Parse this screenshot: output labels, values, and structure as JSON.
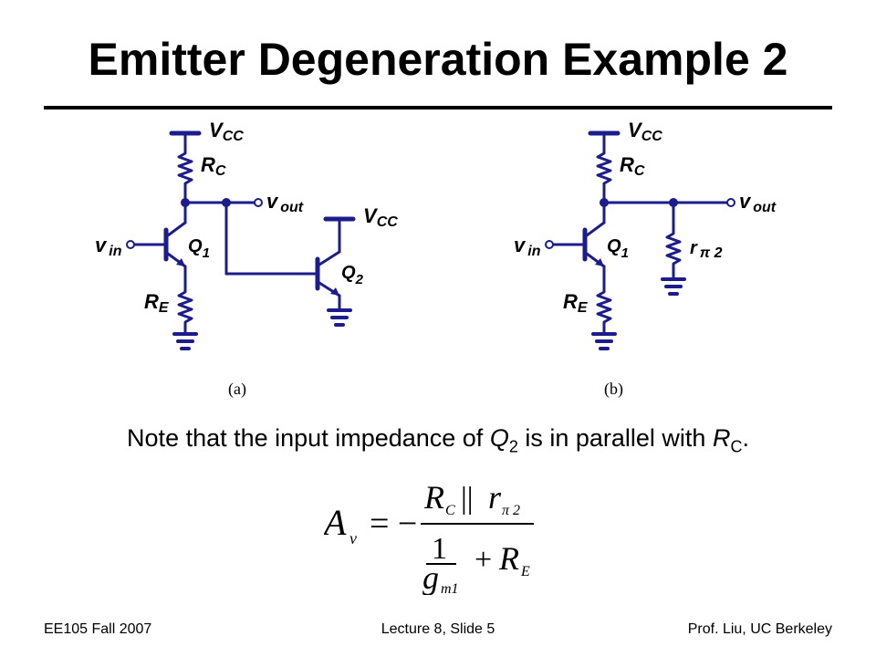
{
  "slide": {
    "title": "Emitter Degeneration Example 2",
    "note": {
      "text_before": "Note that the input impedance of ",
      "q": "Q",
      "q_sub": "2",
      "text_middle": " is in parallel with ",
      "r": "R",
      "r_sub": "C",
      "text_end": "."
    },
    "formula": {
      "lhs": "A",
      "lhs_sub": "v",
      "equals": "= −",
      "numerator_r": "R",
      "numerator_r_sub": "C",
      "parallel": "||",
      "numerator_rpi": "r",
      "numerator_rpi_sub": "π 2",
      "denominator_one": "1",
      "denominator_g": "g",
      "denominator_g_sub": "m1",
      "plus": "+",
      "denominator_r": "R",
      "denominator_r_sub": "E"
    },
    "footer": {
      "left": "EE105 Fall 2007",
      "center": "Lecture 8, Slide 5",
      "right": "Prof. Liu, UC Berkeley"
    }
  },
  "circuit_a": {
    "caption": "(a)",
    "vcc1": "V",
    "vcc1_sub": "CC",
    "rc": "R",
    "rc_sub": "C",
    "vout": "v",
    "vout_sub": "out",
    "vin": "v",
    "vin_sub": "in",
    "q1": "Q",
    "q1_sub": "1",
    "re": "R",
    "re_sub": "E",
    "vcc2": "V",
    "vcc2_sub": "CC",
    "q2": "Q",
    "q2_sub": "2"
  },
  "circuit_b": {
    "caption": "(b)",
    "vcc": "V",
    "vcc_sub": "CC",
    "rc": "R",
    "rc_sub": "C",
    "vout": "v",
    "vout_sub": "out",
    "vin": "v",
    "vin_sub": "in",
    "q1": "Q",
    "q1_sub": "1",
    "rpi": "r",
    "rpi_sub": "π 2",
    "re": "R",
    "re_sub": "E"
  },
  "colors": {
    "wire": "#1c1c8c",
    "text": "#000000"
  }
}
